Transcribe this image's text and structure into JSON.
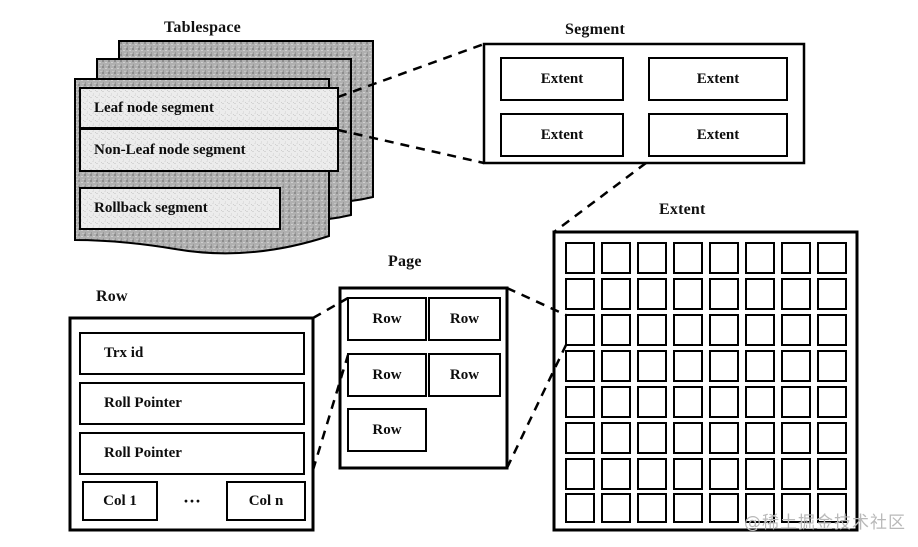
{
  "figure": {
    "kind": "innodb-storage-hierarchy-diagram",
    "background": "#ffffff",
    "ink": "#000000",
    "tablespace_fill": "#b3b3b3",
    "segment_fill": "#e8e8e8"
  },
  "titles": {
    "tablespace": "Tablespace",
    "segment": "Segment",
    "extent": "Extent",
    "page": "Page",
    "row": "Row"
  },
  "tablespace": {
    "title": "Tablespace",
    "segments": [
      {
        "label": "Leaf node segment"
      },
      {
        "label": "Non-Leaf node segment"
      },
      {
        "label": "Rollback segment"
      }
    ],
    "stack_layers": 3
  },
  "segment": {
    "title": "Segment",
    "extents": [
      {
        "label": "Extent"
      },
      {
        "label": "Extent"
      },
      {
        "label": "Extent"
      },
      {
        "label": "Extent"
      }
    ],
    "grid": {
      "cols": 2,
      "rows": 2
    }
  },
  "extent": {
    "title": "Extent",
    "grid": {
      "cols": 8,
      "rows": 8
    },
    "page_count": 64,
    "cell_label": ""
  },
  "page": {
    "title": "Page",
    "rows": [
      {
        "label": "Row"
      },
      {
        "label": "Row"
      },
      {
        "label": "Row"
      },
      {
        "label": "Row"
      },
      {
        "label": "Row"
      }
    ]
  },
  "row": {
    "title": "Row",
    "fields": [
      {
        "label": "Trx id"
      },
      {
        "label": "Roll Pointer"
      },
      {
        "label": "Roll Pointer"
      }
    ],
    "columns": {
      "first": "Col 1",
      "ellipsis": "···",
      "last": "Col n"
    }
  },
  "connections": [
    {
      "from": "tablespace",
      "to": "segment",
      "style": "dashed"
    },
    {
      "from": "segment",
      "to": "extent",
      "style": "dashed"
    },
    {
      "from": "extent",
      "to": "page",
      "style": "dashed"
    },
    {
      "from": "page",
      "to": "row",
      "style": "dashed"
    }
  ],
  "watermark": {
    "text": "@稀土掘金技术社区"
  }
}
